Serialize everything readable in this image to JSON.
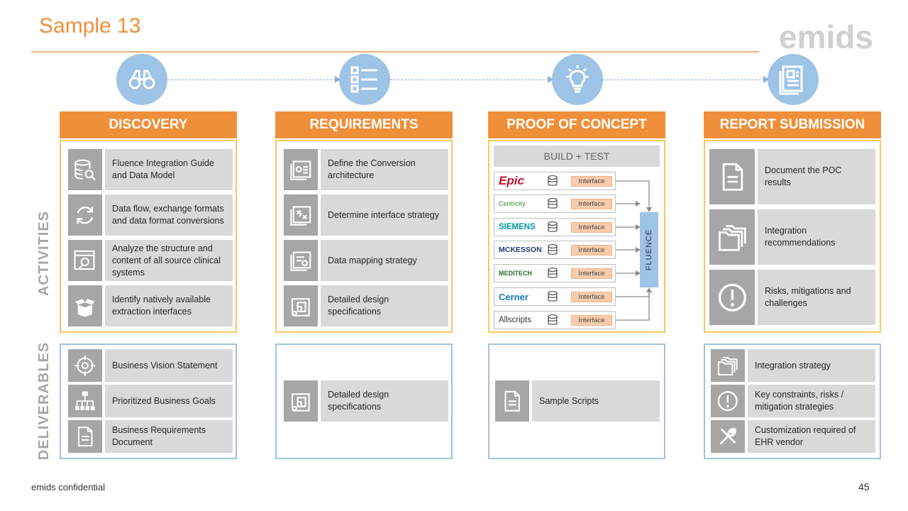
{
  "slide": {
    "title": "Sample 13",
    "logo_text": "emids",
    "footer_left": "emids confidential",
    "page_number": "45"
  },
  "colors": {
    "accent_orange": "#ef8f3a",
    "panel_yellow": "#f7c85f",
    "panel_blue": "#9dc3e6",
    "icon_grey": "#a6a6a6",
    "text_box_grey": "#d9d9d9",
    "interface_pink": "#f8cbad"
  },
  "side_labels": {
    "activities": "ACTIVITIES",
    "deliverables": "DELIVERABLES"
  },
  "phases": [
    {
      "name": "DISCOVERY",
      "icon": "binoculars-icon",
      "activities": [
        {
          "icon": "database-search-icon",
          "text": "Fluence Integration Guide and Data Model"
        },
        {
          "icon": "refresh-cycle-icon",
          "text": "Data flow, exchange formats and data format conversions"
        },
        {
          "icon": "window-search-icon",
          "text": "Analyze the structure and content of all source clinical systems"
        },
        {
          "icon": "open-box-icon",
          "text": "Identify natively available extraction interfaces"
        }
      ],
      "deliverables": [
        {
          "icon": "target-icon",
          "text": "Business Vision Statement"
        },
        {
          "icon": "org-chart-icon",
          "text": "Prioritized Business Goals"
        },
        {
          "icon": "document-icon",
          "text": "Business Requirements Document"
        }
      ]
    },
    {
      "name": "REQUIREMENTS",
      "icon": "checklist-icon",
      "activities": [
        {
          "icon": "architecture-pages-icon",
          "text": "Define the Conversion architecture"
        },
        {
          "icon": "strategy-pages-icon",
          "text": "Determine interface strategy"
        },
        {
          "icon": "mapping-pages-icon",
          "text": "Data mapping strategy"
        },
        {
          "icon": "blueprint-icon",
          "text": "Detailed design specifications"
        }
      ],
      "deliverables": [
        {
          "icon": "blueprint-icon",
          "text": "Detailed design specifications"
        }
      ]
    },
    {
      "name": "PROOF OF CONCEPT",
      "icon": "lightbulb-icon",
      "build_test_label": "BUILD + TEST",
      "fluence_label": "FLUENCE",
      "vendors": [
        {
          "name": "Epic",
          "interface": "Interface",
          "color": "#c8102e"
        },
        {
          "name": "Centricity",
          "interface": "Interface",
          "color": "#3a8d3a"
        },
        {
          "name": "SIEMENS",
          "interface": "Interface",
          "color": "#009999"
        },
        {
          "name": "MCKESSON",
          "interface": "Interface",
          "color": "#1f3a7a"
        },
        {
          "name": "MEDITECH",
          "interface": "Interface",
          "color": "#2e6b2e"
        },
        {
          "name": "Cerner",
          "interface": "Interface",
          "color": "#1b75bb"
        },
        {
          "name": "Allscripts",
          "interface": "Interface",
          "color": "#333333"
        }
      ],
      "deliverables": [
        {
          "icon": "document-icon",
          "text": "Sample Scripts"
        }
      ]
    },
    {
      "name": "REPORT SUBMISSION",
      "icon": "report-icon",
      "activities": [
        {
          "icon": "document-icon",
          "text": "Document the POC results"
        },
        {
          "icon": "folders-icon",
          "text": "Integration recommendations"
        },
        {
          "icon": "warning-circle-icon",
          "text": "Risks, mitigations and challenges"
        }
      ],
      "deliverables": [
        {
          "icon": "folders-icon",
          "text": "Integration strategy"
        },
        {
          "icon": "warning-circle-icon",
          "text": "Key constraints, risks / mitigation strategies"
        },
        {
          "icon": "tools-icon",
          "text": "Customization required of EHR vendor"
        }
      ]
    }
  ]
}
